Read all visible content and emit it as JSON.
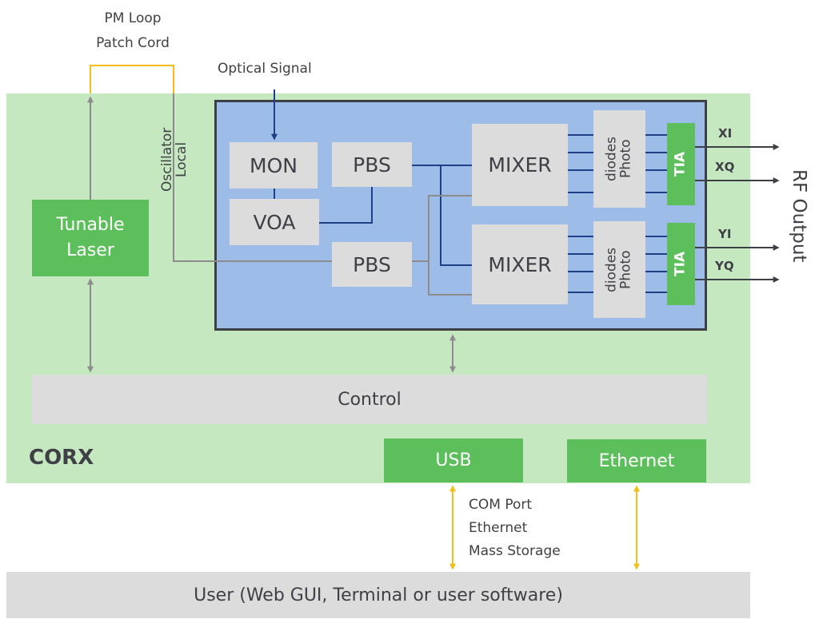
{
  "labels": {
    "pm_loop": "PM Loop\nPatch Cord",
    "optical_signal": "Optical Signal",
    "local_oscillator": "Local\nOscillator",
    "rf_output": "RF Output",
    "corx": "CORX",
    "usb_protocols": "COM Port\nEthernet\nMass Storage"
  },
  "blocks": {
    "tunable_laser": "Tunable\nLaser",
    "mon": "MON",
    "voa": "VOA",
    "pbs_top": "PBS",
    "pbs_bottom": "PBS",
    "mixer_top": "MIXER",
    "mixer_bottom": "MIXER",
    "photodiodes_top": "Photo\ndiodes",
    "photodiodes_bottom": "Photo\ndiodes",
    "tia_top": "TIA",
    "tia_bottom": "TIA",
    "control": "Control",
    "usb": "USB",
    "ethernet": "Ethernet",
    "user": "User (Web GUI, Terminal or user software)"
  },
  "outputs": [
    "XI",
    "XQ",
    "YI",
    "YQ"
  ],
  "colors": {
    "corx_background": "#c5e8c0",
    "optical_panel": "#9dbde8",
    "green_block": "#5cbf5c",
    "gray_block": "#dcdcdc",
    "signal_line": "#1f3f86",
    "control_arrow": "#8c8c8c",
    "user_link": "#f2bf1a"
  }
}
